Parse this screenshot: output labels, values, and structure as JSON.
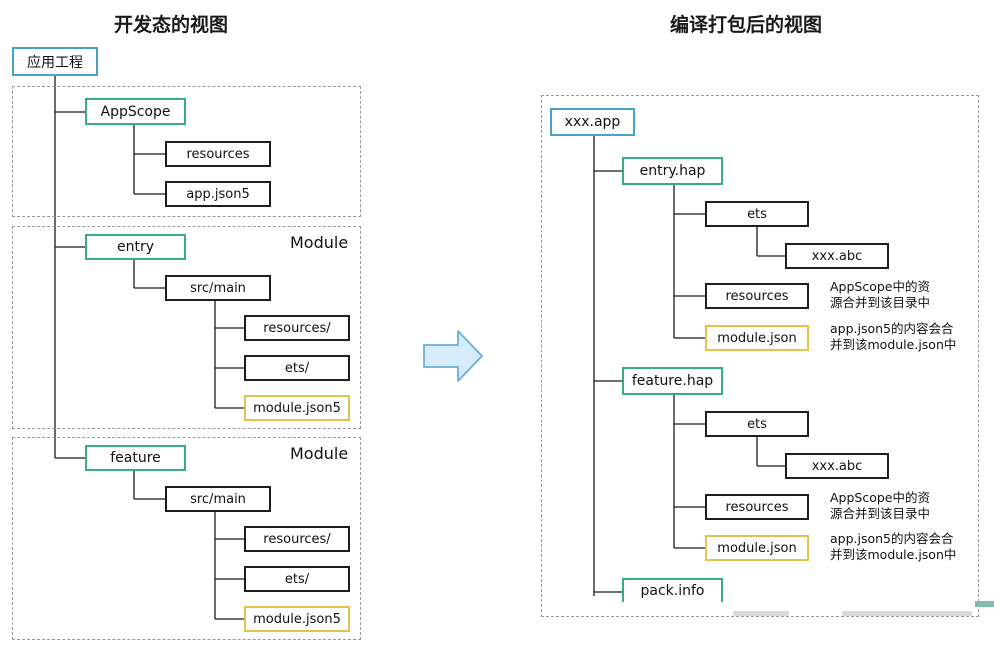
{
  "left": {
    "title": "开发态的视图",
    "root": "应用工程",
    "appscope": {
      "label": "AppScope",
      "children": [
        "resources",
        "app.json5"
      ]
    },
    "entry": {
      "module_label": "Module",
      "label": "entry",
      "src": "src/main",
      "children": [
        "resources/",
        "ets/",
        "module.json5"
      ]
    },
    "feature": {
      "module_label": "Module",
      "label": "feature",
      "src": "src/main",
      "children": [
        "resources/",
        "ets/",
        "module.json5"
      ]
    }
  },
  "right": {
    "title": "编译打包后的视图",
    "root": "xxx.app",
    "entry_hap": {
      "label": "entry.hap",
      "ets": "ets",
      "abc": "xxx.abc",
      "resources": "resources",
      "module_json": "module.json"
    },
    "feature_hap": {
      "label": "feature.hap",
      "ets": "ets",
      "abc": "xxx.abc",
      "resources": "resources",
      "module_json": "module.json"
    },
    "pack_info": "pack.info",
    "notes": {
      "resources_line1": "AppScope中的资",
      "resources_line2": "源合并到该目录中",
      "module_line1": "app.json5的内容会合",
      "module_line2": "并到该module.json中"
    }
  },
  "colors": {
    "root_border": "#4aa3c7",
    "module_border": "#3aaa8c",
    "folder_border": "#1e1e1e",
    "config_border": "#e8c14a",
    "arrow_fill": "#d6ecfa",
    "arrow_stroke": "#6aaed6"
  },
  "arrow_icon": "right-arrow-icon"
}
